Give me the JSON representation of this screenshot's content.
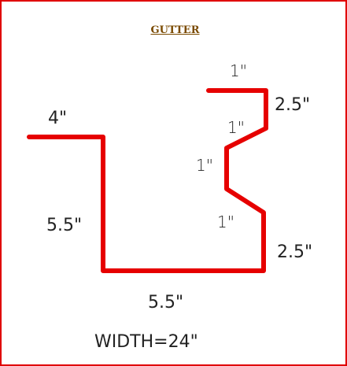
{
  "title": "GUTTER",
  "colors": {
    "profile": "#e60000",
    "border": "#e00000",
    "title": "#7a4a00",
    "text": "#222222"
  },
  "labels": {
    "left_top": "4\"",
    "left_side": "5.5\"",
    "bottom": "5.5\"",
    "top_right": "1\"",
    "right_top": "2.5\"",
    "upper_diagonal": "1\"",
    "middle": "1\"",
    "lower_diagonal": "1\"",
    "right_bottom": "2.5\""
  },
  "width_label": "WIDTH=24\""
}
